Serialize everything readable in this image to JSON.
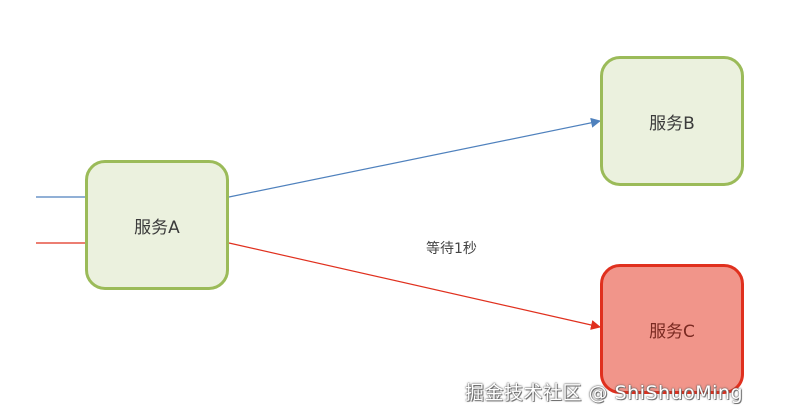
{
  "diagram": {
    "nodes": [
      {
        "id": "A",
        "label": "服务A",
        "fill": "#ebf1de",
        "border": "#9bbb59"
      },
      {
        "id": "B",
        "label": "服务B",
        "fill": "#ebf1de",
        "border": "#9bbb59"
      },
      {
        "id": "C",
        "label": "服务C",
        "fill": "#f1958a",
        "border": "#e0301e"
      }
    ],
    "edges": [
      {
        "from": "external",
        "to": "A",
        "color": "#4f81bd",
        "label": ""
      },
      {
        "from": "external",
        "to": "A",
        "color": "#e0301e",
        "label": ""
      },
      {
        "from": "A",
        "to": "B",
        "color": "#4f81bd",
        "label": ""
      },
      {
        "from": "A",
        "to": "C",
        "color": "#e0301e",
        "label": "等待1秒"
      }
    ],
    "edge_label": "等待1秒"
  },
  "watermark": "掘金技术社区 @ ShiShuoMing"
}
